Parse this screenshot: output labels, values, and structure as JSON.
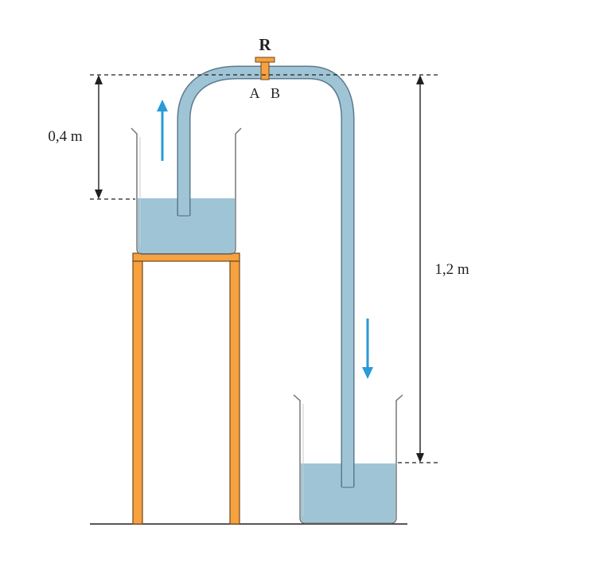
{
  "labels": {
    "valve": "R",
    "point_a": "A",
    "point_b": "B",
    "height_upper": "0,4 m",
    "height_total": "1,2 m"
  },
  "colors": {
    "water": "#9fc4d6",
    "tube": "#9fc4d6",
    "tube_outline": "#5a7a8c",
    "stand": "#f7a13f",
    "stand_outline": "#6b4a1f",
    "valve": "#f7a13f",
    "flow_arrow": "#2a9ad8",
    "dimension_line": "#231f20",
    "beaker_outline": "#6d6e71"
  }
}
